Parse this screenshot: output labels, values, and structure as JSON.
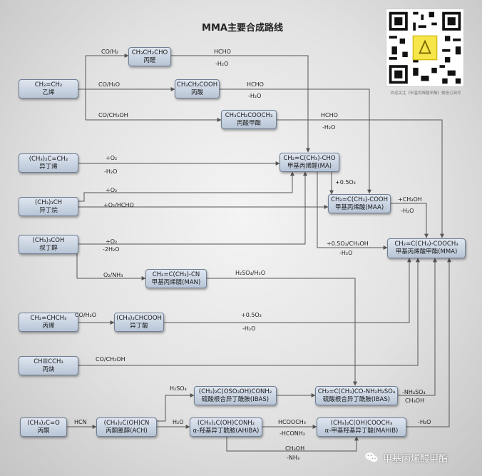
{
  "title": "MMA主要合成路线",
  "nodes": {
    "ethylene": {
      "formula": "CH₂=CH₂",
      "name": "乙烯"
    },
    "isobutylene": {
      "formula": "(CH₃)₂C=CH₂",
      "name": "异丁烯"
    },
    "isobutane": {
      "formula": "(CH₃)₃CH",
      "name": "异丁烷"
    },
    "tba": {
      "formula": "(CH₃)₃COH",
      "name": "叔丁醇"
    },
    "propylene": {
      "formula": "CH₂=CHCH₃",
      "name": "丙烯"
    },
    "propyne": {
      "formula": "CH☰CCH₃",
      "name": "丙炔"
    },
    "acetone": {
      "formula": "(CH₃)₂C=O",
      "name": "丙酮"
    },
    "propanal": {
      "formula": "CH₃CH₂CHO",
      "name": "丙醛"
    },
    "propanoic": {
      "formula": "CH₃CH₂COOH",
      "name": "丙酸"
    },
    "mp": {
      "formula": "CH₃CH₂COOCH₃",
      "name": "丙酸甲酯"
    },
    "ma": {
      "formula": "CH₂=C(CH₃)-CHO",
      "name": "甲基丙烯醛(MA)"
    },
    "maa": {
      "formula": "CH₂=C(CH₃)-COOH",
      "name": "甲基丙烯酸(MAA)"
    },
    "mma": {
      "formula": "CH₂=C(CH₃)-COOCH₃",
      "name": "甲基丙烯酸甲酯(MMA)"
    },
    "man": {
      "formula": "CH₂=C(CH₃)-CN",
      "name": "甲基丙烯腈(MAN)"
    },
    "iba": {
      "formula": "(CH₃)₂CHCOOH",
      "name": "异丁酸"
    },
    "ach": {
      "formula": "(CH₃)₂C(OH)CN",
      "name": "丙酮氰醇(ACH)"
    },
    "ibas": {
      "formula": "(CH₃)₂C(OSO₃OH)CONH₂",
      "name": "硫酸根合异丁酰胺(IBAS)"
    },
    "mas": {
      "formula": "CH₂=C(CH₃)CO-NH₂H₂SO₄",
      "name": "硫酸根合异丁酰胺(IBAS)"
    },
    "ahiba": {
      "formula": "(CH₃)₂C(OH)CONH₂",
      "name": "α-羟基异丁酰胺(AHIBA)"
    },
    "mahib": {
      "formula": "(CH₃)₂C(OH)COOCH₃",
      "name": "α-甲基羟基异丁酸(MAHIB)"
    }
  },
  "labels": {
    "co_h2": "CO/H₂",
    "hcho_1": "HCHO",
    "h2o_1": "-H₂O",
    "co_h2o_1": "CO/H₂O",
    "hcho_2": "HCHO",
    "h2o_2": "-H₂O",
    "co_ch3oh_1": "CO/CH₃OH",
    "hcho_3": "HCHO",
    "h2o_3": "-H₂O",
    "o2_1": "+O₂",
    "h2o_4": "-H₂O",
    "o2_2": "+O₂",
    "o2_hcho": "+O₂/HCHO",
    "half_o2_1": "+0.5O₂",
    "ch3oh_1": "+CH₃OH",
    "h2o_5": "-H₂O",
    "o2_3": "+O₂",
    "h2o_6": "-2H₂O",
    "half_o2_ch3oh": "+0.5O₂/CH₃OH",
    "h2o_7": "-H₂O",
    "o2_nh3": "O₂/NH₃",
    "h2so4_h2o": "H₂SO₄/H₂O",
    "co_h2o_2": "CO/H₂O",
    "half_o2_2": "+0.5O₂",
    "h2o_8": "-H₂O",
    "co_ch3oh_2": "CO/CH₃OH",
    "h2so4": "H₂SO₄",
    "nh4so4": "-NH₄SO₄",
    "ch3oh_2": "CH₃OH",
    "hcn": "HCN",
    "h2o_add": "H₂O",
    "hcooch3": "HCOOCH₃",
    "hconh2": "-HCONH₂",
    "h2o_9": "-H₂O",
    "ch3oh_3": "CH₃OH",
    "nh3": "-NH₃"
  },
  "qr_caption": "欢迎关注《甲基丙烯酸甲酯》微信订阅号",
  "watermark": "甲基丙烯酸甲酯",
  "colors": {
    "node_fill_top": "#dfe6f0",
    "node_fill_bottom": "#b8c5d6",
    "node_border": "#6f7f94",
    "line": "#555555"
  }
}
